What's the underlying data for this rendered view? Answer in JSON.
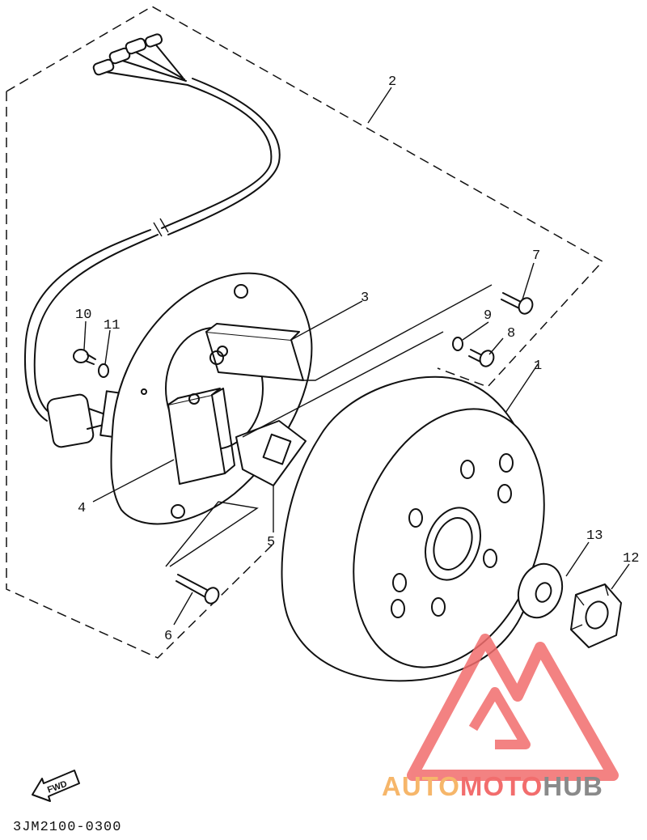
{
  "callouts": {
    "c1": "1",
    "c2": "2",
    "c3": "3",
    "c4": "4",
    "c5": "5",
    "c6": "6",
    "c7": "7",
    "c8": "8",
    "c9": "9",
    "c10": "10",
    "c11": "11",
    "c12": "12",
    "c13": "13"
  },
  "fwd_label": "FWD",
  "part_code": "3JM2100-0300",
  "watermark": {
    "auto": "AUTO",
    "moto": "MOTO",
    "hub": "HUB"
  },
  "colors": {
    "line": "#111111",
    "wm_orange": "#f6b66a",
    "wm_red": "#f26d6d",
    "wm_grey": "#8a8a8a"
  }
}
